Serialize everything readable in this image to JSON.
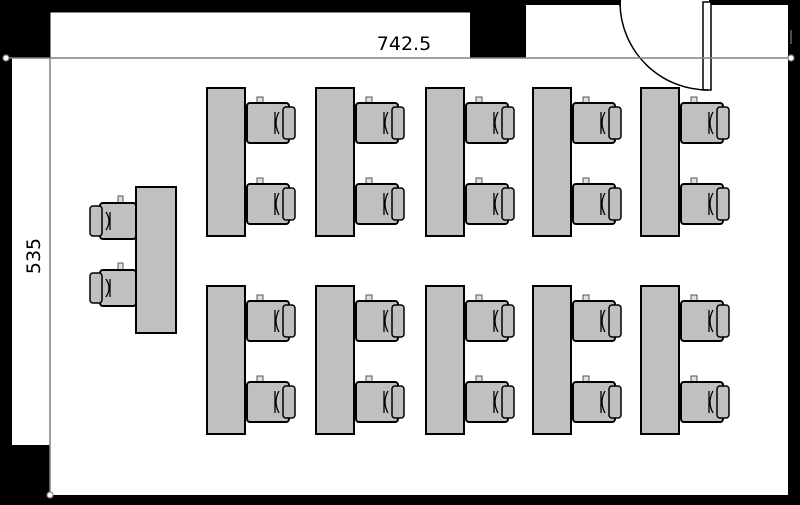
{
  "plan": {
    "width_label": "742.5",
    "depth_label": "535",
    "colors": {
      "wall": "#000000",
      "floor": "#ffffff",
      "furniture": "#c0c0c0",
      "dimension_line": "#808080"
    },
    "door": {
      "swing": "inward",
      "icon": "door-swing-arc"
    },
    "furniture": {
      "lectern": {
        "desks": 1,
        "chairs": 2
      },
      "student_desks": {
        "rows": 2,
        "columns": 5,
        "chairs_per_desk": 2
      }
    }
  }
}
